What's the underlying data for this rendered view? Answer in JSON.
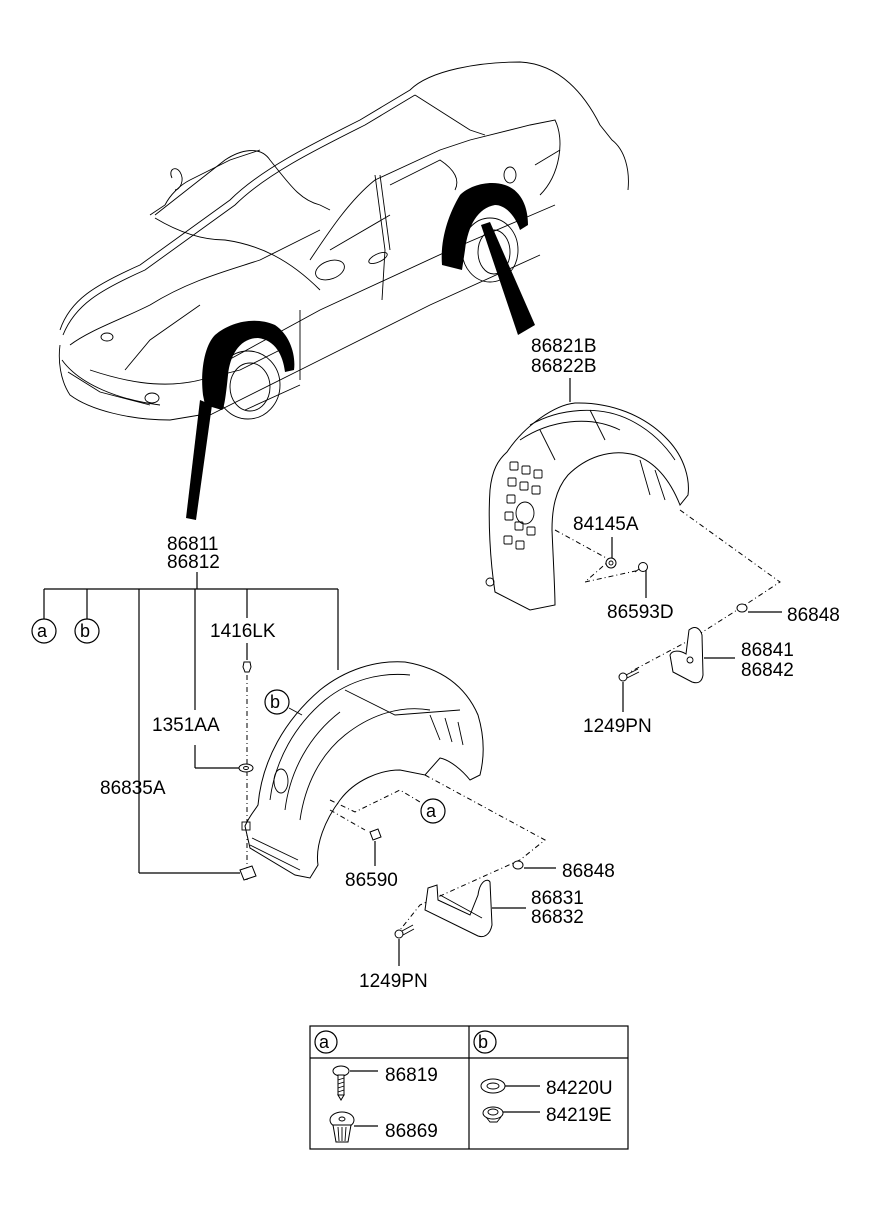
{
  "diagram": {
    "subject": "Wheel guard / fender liner assembly",
    "groups": {
      "rear_liner": {
        "parts": [
          "86821B",
          "86822B"
        ]
      },
      "front_liner": {
        "parts": [
          "86811",
          "86812"
        ]
      }
    },
    "labels": {
      "rear_liner_1": "86821B",
      "rear_liner_2": "86822B",
      "rear_nut": "84145A",
      "rear_screw": "86593D",
      "rear_clip": "86848",
      "rear_mudguard_1": "86841",
      "rear_mudguard_2": "86842",
      "rear_bolt": "1249PN",
      "front_liner_1": "86811",
      "front_liner_2": "86812",
      "front_bolt_top": "1416LK",
      "front_washer": "1351AA",
      "front_bracket": "86835A",
      "front_nut": "86590",
      "front_clip": "86848",
      "front_mudguard_1": "86831",
      "front_mudguard_2": "86832",
      "front_bolt": "1249PN"
    },
    "callouts": {
      "a": "a",
      "b": "b"
    },
    "legend": {
      "columns": [
        {
          "key": "a",
          "items": [
            {
              "part": "86819",
              "icon": "screw-icon"
            },
            {
              "part": "86869",
              "icon": "push-clip-icon"
            }
          ]
        },
        {
          "key": "b",
          "items": [
            {
              "part": "84220U",
              "icon": "washer-icon"
            },
            {
              "part": "84219E",
              "icon": "clip-nut-icon"
            }
          ]
        }
      ]
    }
  }
}
